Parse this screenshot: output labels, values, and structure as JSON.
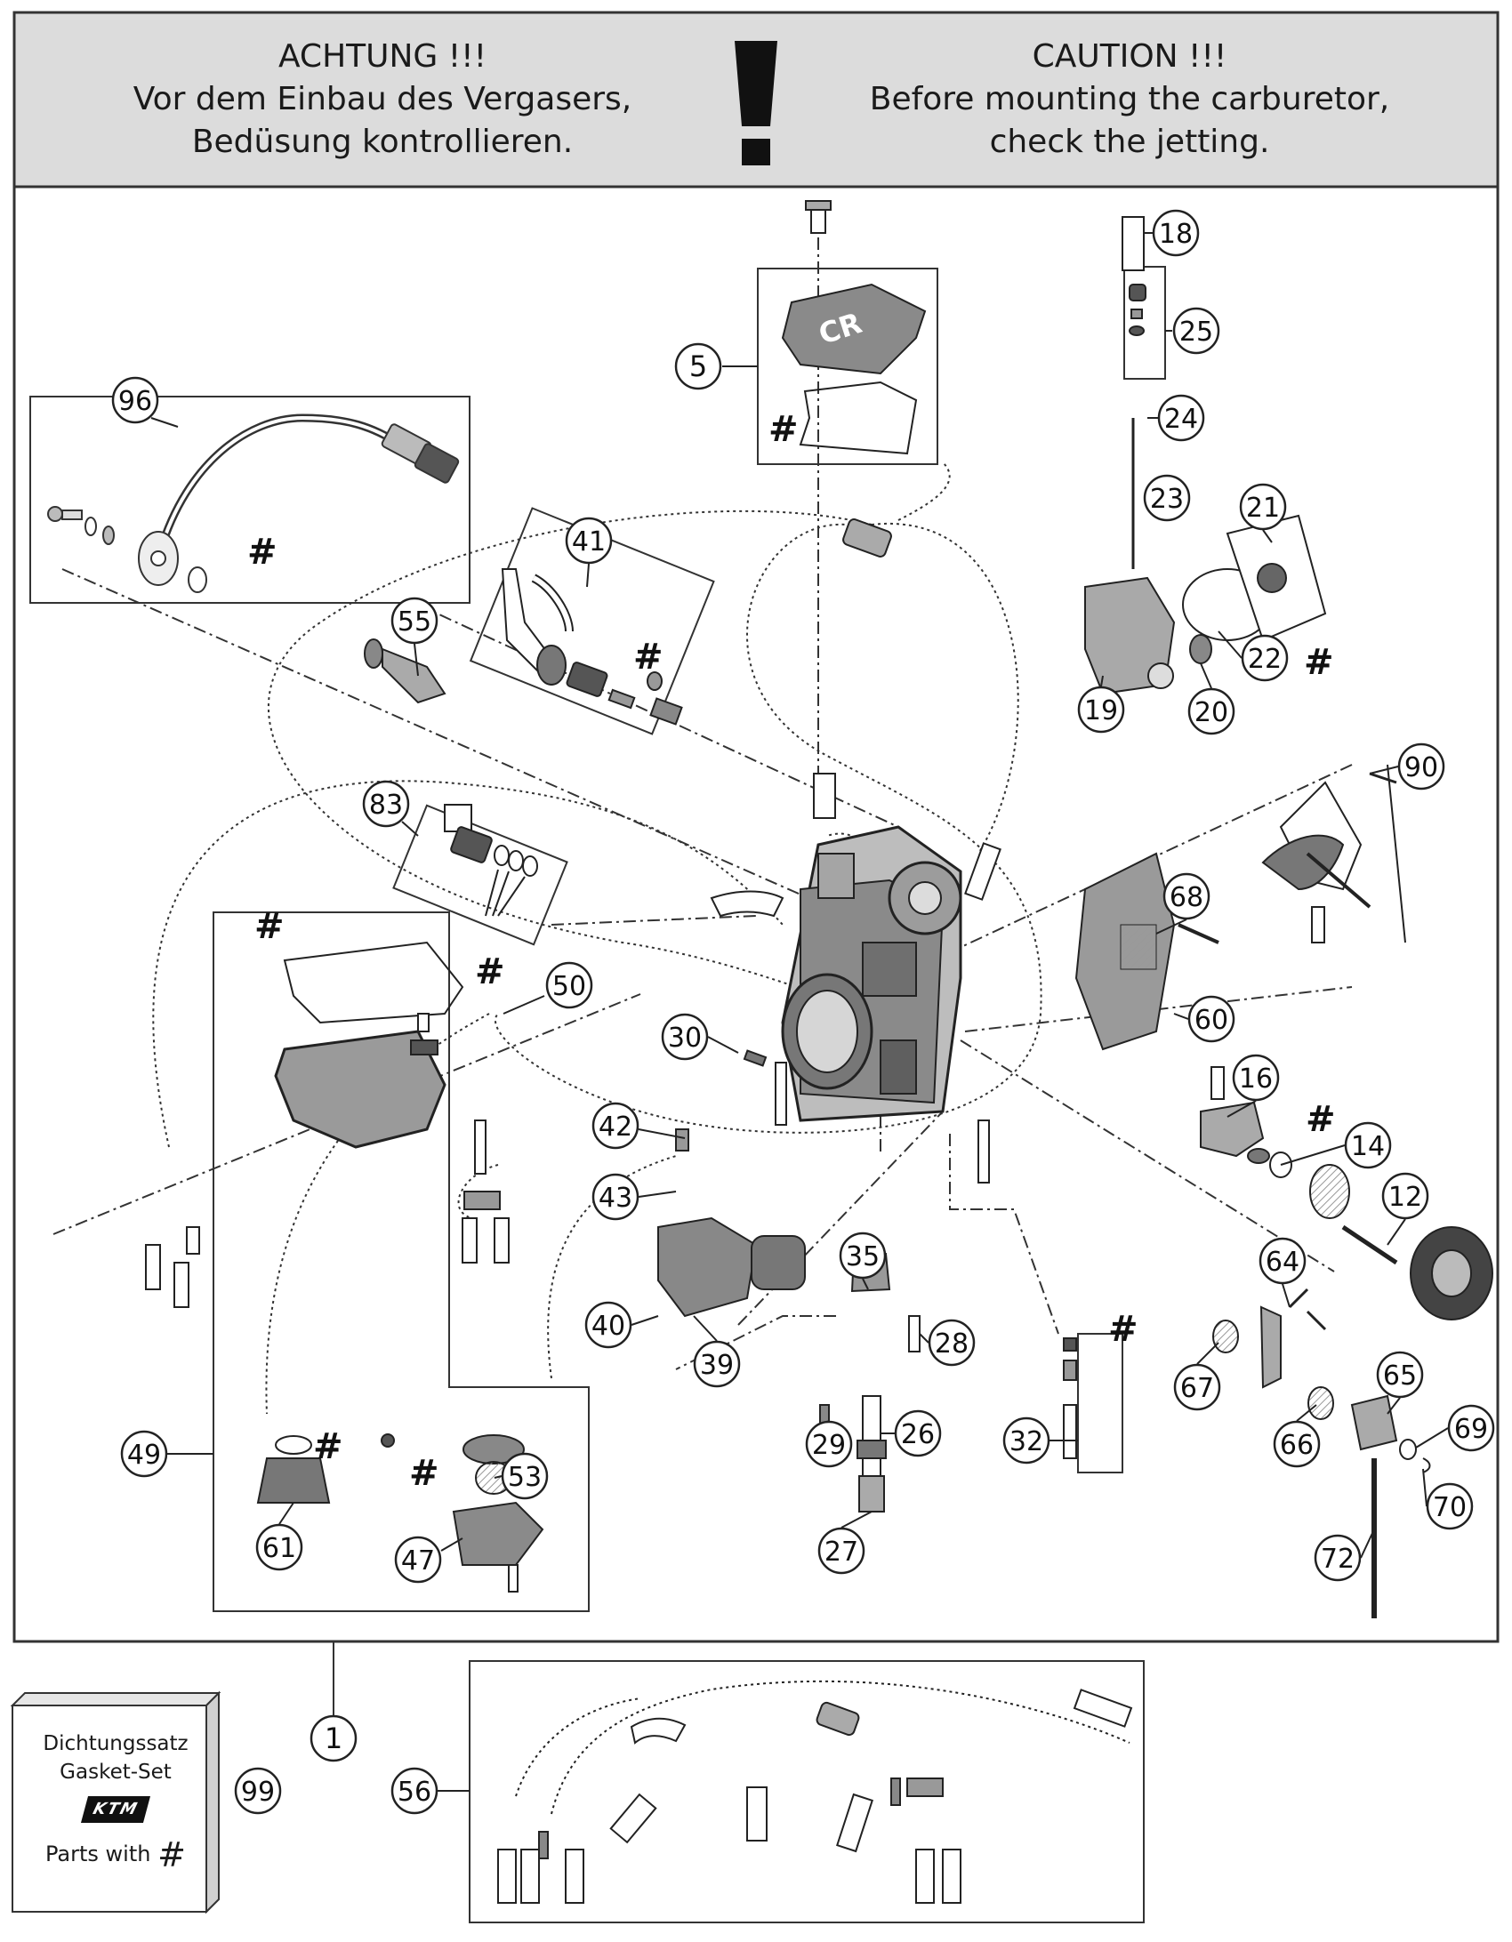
{
  "header": {
    "german": {
      "title": "ACHTUNG !!!",
      "line1": "Vor dem Einbau des Vergasers,",
      "line2": "Bedüsung kontrollieren."
    },
    "english": {
      "title": "CAUTION !!!",
      "line1": "Before mounting the carburetor,",
      "line2": "check the jetting."
    }
  },
  "marker_symbol": "#",
  "gasket_kit": {
    "line1": "Dichtungssatz",
    "line2": "Gasket-Set",
    "logo": "KTM",
    "parts_label": "Parts with",
    "parts_symbol": "#"
  },
  "callouts": {
    "c1": "1",
    "c5": "5",
    "c12": "12",
    "c14": "14",
    "c16": "16",
    "c18": "18",
    "c19": "19",
    "c20": "20",
    "c21": "21",
    "c22": "22",
    "c23": "23",
    "c24": "24",
    "c25": "25",
    "c26": "26",
    "c27": "27",
    "c28": "28",
    "c29": "29",
    "c30": "30",
    "c32": "32",
    "c35": "35",
    "c39": "39",
    "c40": "40",
    "c41": "41",
    "c42": "42",
    "c43": "43",
    "c47": "47",
    "c49": "49",
    "c50": "50",
    "c53": "53",
    "c55": "55",
    "c56": "56",
    "c60": "60",
    "c61": "61",
    "c64": "64",
    "c65": "65",
    "c66": "66",
    "c67": "67",
    "c68": "68",
    "c69": "69",
    "c70": "70",
    "c72": "72",
    "c83": "83",
    "c90": "90",
    "c96": "96",
    "c99": "99"
  }
}
